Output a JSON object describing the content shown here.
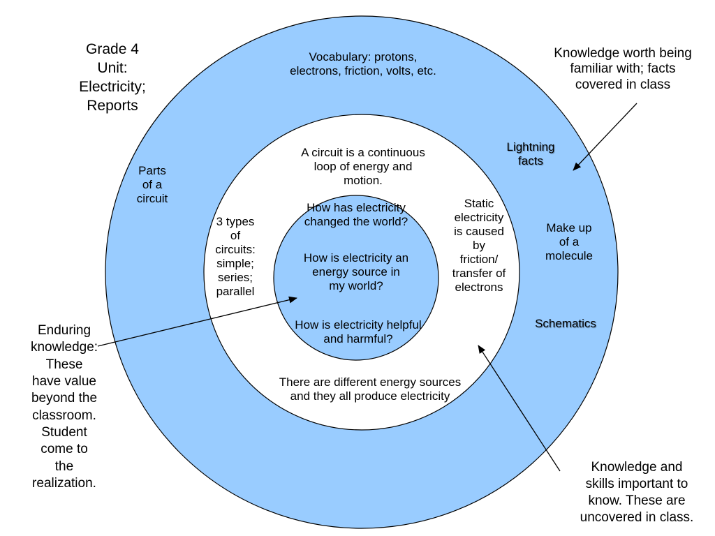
{
  "diagram": {
    "colors": {
      "outer_ring": "#99ccff",
      "middle_ring": "#ffffff",
      "core": "#99ccff",
      "outline": "#000000"
    },
    "title": "Grade 4\nUnit:\nElectricity;\nReports",
    "outer_ring": {
      "vocabulary": "Vocabulary: protons,\nelectrons, friction, volts, etc.",
      "parts_of_circuit": "Parts\nof a\ncircuit",
      "lightning_facts": "Lightning\nfacts",
      "make_up_molecule": "Make up\nof a\nmolecule",
      "schematics": "Schematics"
    },
    "middle_ring": {
      "circuit_definition": "A circuit is a continuous\nloop of energy and\nmotion.",
      "three_types": "3 types\nof\ncircuits:\nsimple;\nseries;\nparallel",
      "static_electricity": "Static\nelectricity\nis caused\nby\nfriction/\ntransfer of\nelectrons",
      "energy_sources": "There are different energy sources\nand they all produce electricity"
    },
    "core": {
      "question_1": "How has electricity\nchanged the world?",
      "question_2": "How is electricity an\nenergy source in\nmy world?",
      "question_3": "How is electricity helpful\nand harmful?"
    },
    "annotations": {
      "worth_familiar": "Knowledge worth being\nfamiliar with; facts\ncovered in class",
      "enduring": "Enduring\nknowledge:\nThese\nhave value\nbeyond the\nclassroom.\nStudent\ncome to\nthe\nrealization.",
      "important": "Knowledge and\nskills important to\nknow. These are\nuncovered in class."
    }
  }
}
